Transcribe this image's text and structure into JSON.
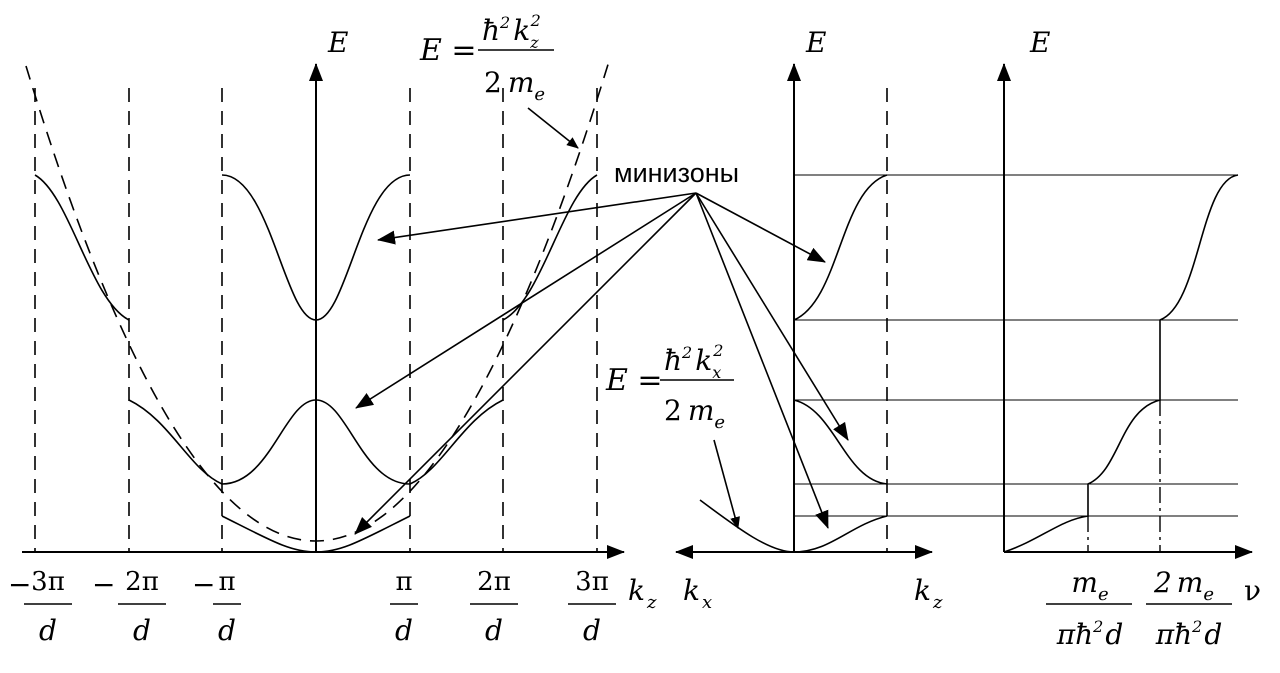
{
  "axes": {
    "energy_label": "E",
    "kz_label": "k",
    "kz_sub": "z",
    "kx_label": "k",
    "kx_sub": "x",
    "nu_label": "ν"
  },
  "formula_kz": {
    "lhs": "E =",
    "num": "ħ",
    "num_sup": "2",
    "num_k": "k",
    "num_k_sub": "z",
    "num_k_sup": "2",
    "den": "2",
    "den_m": "m",
    "den_sub": "e"
  },
  "formula_kx": {
    "lhs": "E =",
    "num": "ħ",
    "num_sup": "2",
    "num_k": "k",
    "num_k_sub": "x",
    "num_k_sup": "2",
    "den": "2",
    "den_m": "m",
    "den_sub": "e"
  },
  "minibands_label": "минизоны",
  "ticks_kz": [
    {
      "sign": "−",
      "num": "3π",
      "den": "d"
    },
    {
      "sign": "−",
      "num": "2π",
      "den": "d"
    },
    {
      "sign": "−",
      "num": "π",
      "den": "d"
    },
    {
      "sign": "",
      "num": "π",
      "den": "d"
    },
    {
      "sign": "",
      "num": "2π",
      "den": "d"
    },
    {
      "sign": "",
      "num": "3π",
      "den": "d"
    }
  ],
  "ticks_nu": [
    {
      "num_coef": "",
      "num_m": "m",
      "num_sub": "e",
      "den": "πħ",
      "den_sup": "2",
      "den_d": "d"
    },
    {
      "num_coef": "2",
      "num_m": "m",
      "num_sub": "e",
      "den": "πħ",
      "den_sup": "2",
      "den_d": "d"
    }
  ],
  "colors": {
    "ink": "#000000",
    "background": "#ffffff"
  }
}
